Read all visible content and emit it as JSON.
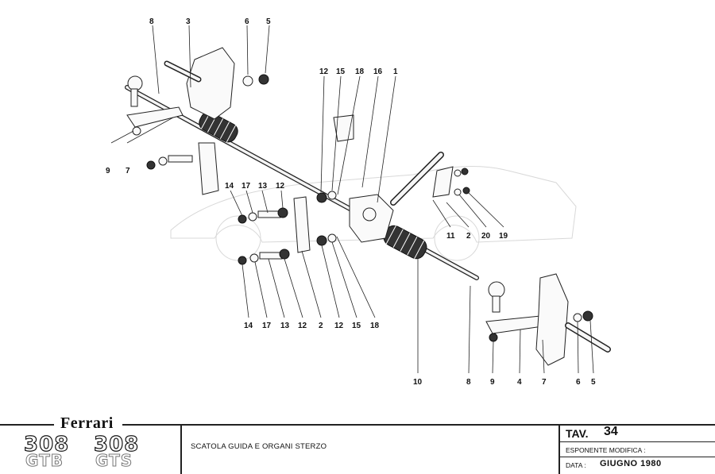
{
  "diagram": {
    "type": "exploded-parts-diagram",
    "subject": "steering rack and steering components",
    "callouts_left_top": [
      "8",
      "3",
      "6",
      "5"
    ],
    "callouts_center_top": [
      "12",
      "15",
      "18",
      "16",
      "1"
    ],
    "callouts_left_side": [
      "9",
      "7"
    ],
    "callouts_left_mid": [
      "14",
      "17",
      "13",
      "12"
    ],
    "callouts_right_mid": [
      "11",
      "2",
      "20",
      "19"
    ],
    "callouts_bottom_center": [
      "14",
      "17",
      "13",
      "12",
      "2",
      "12",
      "15",
      "18"
    ],
    "callouts_bottom_right": [
      "10",
      "8",
      "9",
      "4",
      "7",
      "6",
      "5"
    ]
  },
  "title_block": {
    "brand": "Ferrari",
    "models": [
      {
        "number": "308",
        "variant": "GTB"
      },
      {
        "number": "308",
        "variant": "GTS"
      }
    ],
    "sheet_title": "SCATOLA GUIDA E ORGANI STERZO",
    "tav_label": "TAV.",
    "tav_number": "34",
    "modifica_label": "ESPONENTE MODIFICA :",
    "data_label": "DATA :",
    "data_value": "GIUGNO 1980"
  }
}
